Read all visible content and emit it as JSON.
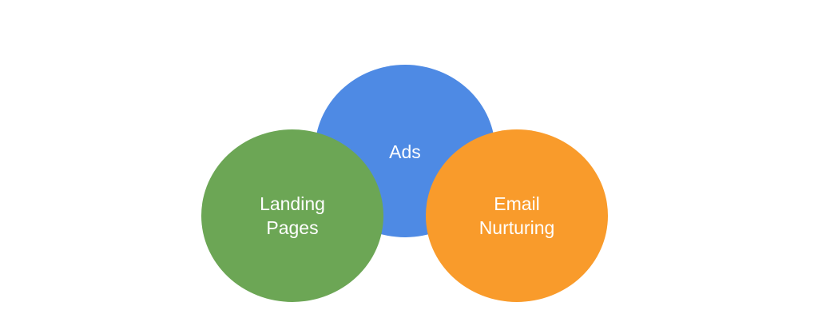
{
  "diagram": {
    "nodes": [
      {
        "id": "ads",
        "label": "Ads",
        "color": "#4e8ae4"
      },
      {
        "id": "landing",
        "label_lines": [
          "Landing",
          "Pages"
        ],
        "color": "#6ca655"
      },
      {
        "id": "email",
        "label_lines": [
          "Email",
          "Nurturing"
        ],
        "color": "#f99b2b"
      }
    ]
  }
}
